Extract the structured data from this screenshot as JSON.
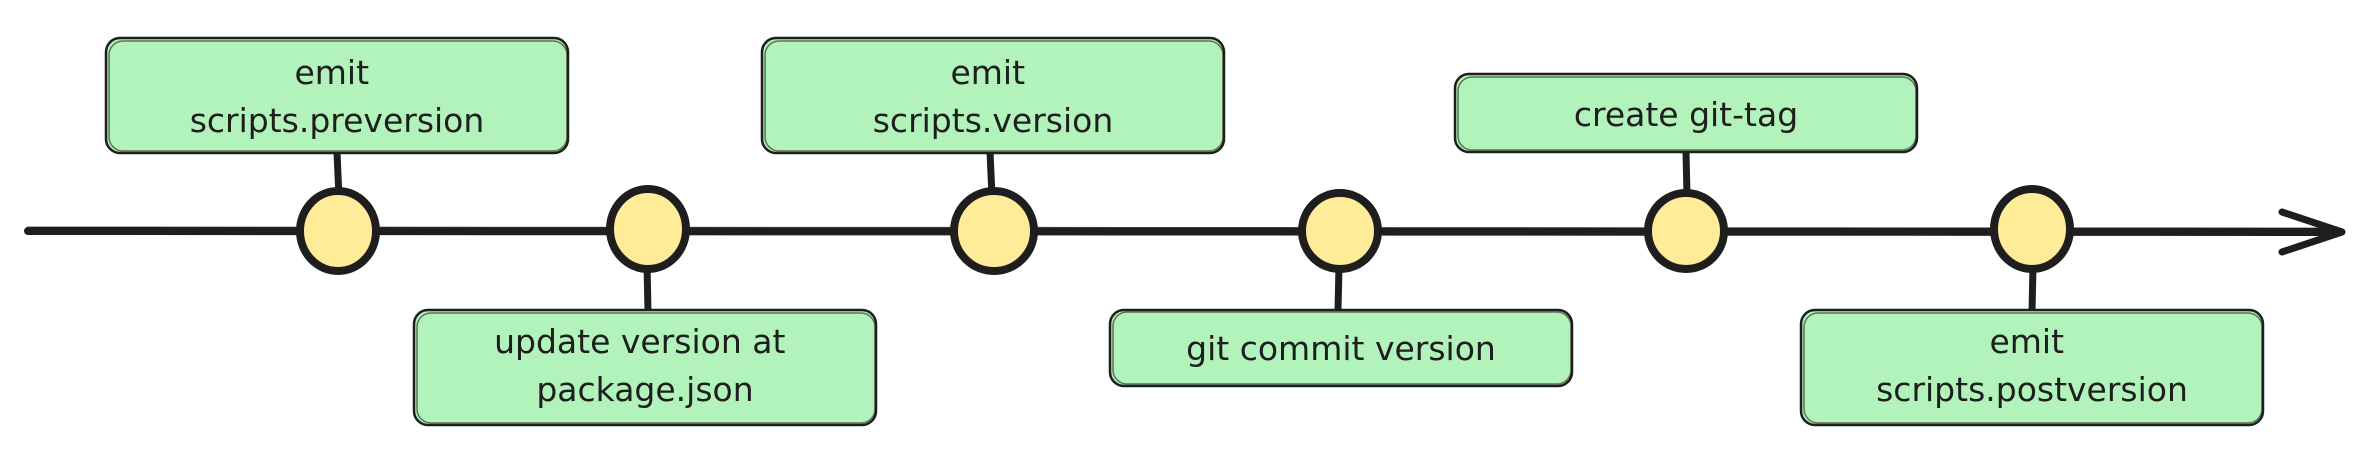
{
  "timeline": {
    "steps": [
      {
        "label_lines": [
          "emit",
          "scripts.preversion"
        ]
      },
      {
        "label_lines": [
          "update version at",
          "package.json"
        ]
      },
      {
        "label_lines": [
          "emit",
          "scripts.version"
        ]
      },
      {
        "label_lines": [
          "git commit version"
        ]
      },
      {
        "label_lines": [
          "create git-tag"
        ]
      },
      {
        "label_lines": [
          "emit",
          "scripts.postversion"
        ]
      }
    ]
  },
  "colors": {
    "box_fill": "#b2f2bb",
    "node_fill": "#ffec99",
    "stroke": "#1e1e1e"
  }
}
